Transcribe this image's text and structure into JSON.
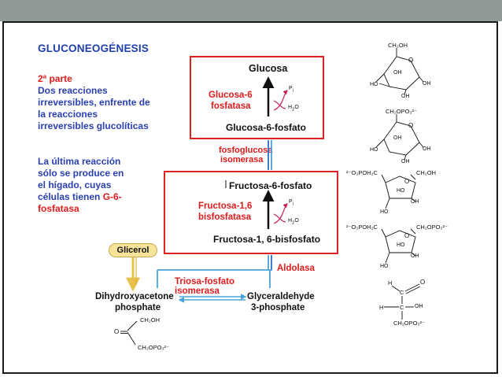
{
  "title": "GLUCONEOGÉNESIS",
  "left": {
    "part": "2ª parte",
    "line1": "Dos reacciones",
    "line2": "irreversibles, enfrente de",
    "line3": "la reacciones",
    "line4": "irreversibles glucolíticas",
    "line5": "La última reacción",
    "line6": "sólo se produce en",
    "line7": "el hígado, cuyas",
    "line8_blue": "células tienen ",
    "line8_red": "G-6-",
    "line9_red": "fosfatasa"
  },
  "box1": {
    "product": "Glucosa",
    "enzyme1": "Glucosa-6",
    "enzyme2": "fosfatasa",
    "pi": "P",
    "pi_sub": "i",
    "water": "H",
    "water_sub": "2",
    "water_o": "O",
    "substrate": "Glucosa-6-fosfato"
  },
  "mid": {
    "enzyme1": "fosfoglucosa",
    "enzyme2": "isomerasa"
  },
  "box2": {
    "product": "Fructosa-6-fosfato",
    "enzyme1": "Fructosa-1,6",
    "enzyme2": "bisfosfatasa",
    "pi": "P",
    "pi_sub": "i",
    "water": "H",
    "water_sub": "2",
    "water_o": "O",
    "substrate": "Fructosa-1, 6-bisfosfato"
  },
  "lower": {
    "glycerol": "Glicerol",
    "aldolase": "Aldolasa",
    "triose1": "Triosa-fosfato",
    "triose2": "isomerasa",
    "dhap1": "Dihydroxyacetone",
    "dhap2": "phosphate",
    "gap1": "Glyceraldehyde",
    "gap2": "3-phosphate"
  },
  "structures": {
    "ch2oh": "CH₂OH",
    "ch2opo3": "CH₂OPO₃²⁻",
    "o3poh2c": "²⁻O₃POH₂C",
    "oh": "OH",
    "ho": "HO",
    "o": "O",
    "h": "H",
    "c": "C"
  }
}
